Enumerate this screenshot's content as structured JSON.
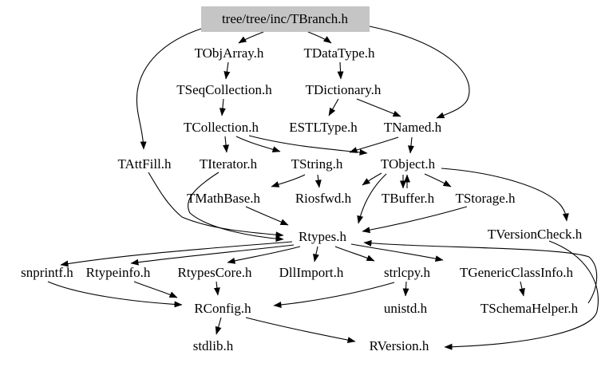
{
  "diagram": {
    "type": "include-dependency-graph",
    "tool_style": "doxygen-graphviz",
    "root": {
      "label": "tree/tree/inc/TBranch.h"
    },
    "colors": {
      "background": "#ffffff",
      "root_fill": "#c5c5c5",
      "edge": "#000000",
      "text": "#000000"
    },
    "nodes": [
      {
        "id": "TObjArray",
        "label": "TObjArray.h"
      },
      {
        "id": "TDataType",
        "label": "TDataType.h"
      },
      {
        "id": "TSeqCollection",
        "label": "TSeqCollection.h"
      },
      {
        "id": "TDictionary",
        "label": "TDictionary.h"
      },
      {
        "id": "TCollection",
        "label": "TCollection.h"
      },
      {
        "id": "ESTLType",
        "label": "ESTLType.h"
      },
      {
        "id": "TNamed",
        "label": "TNamed.h"
      },
      {
        "id": "TAttFill",
        "label": "TAttFill.h"
      },
      {
        "id": "TIterator",
        "label": "TIterator.h"
      },
      {
        "id": "TString",
        "label": "TString.h"
      },
      {
        "id": "TObject",
        "label": "TObject.h"
      },
      {
        "id": "TMathBase",
        "label": "TMathBase.h"
      },
      {
        "id": "Riosfwd",
        "label": "Riosfwd.h"
      },
      {
        "id": "TBuffer",
        "label": "TBuffer.h"
      },
      {
        "id": "TStorage",
        "label": "TStorage.h"
      },
      {
        "id": "Rtypes",
        "label": "Rtypes.h"
      },
      {
        "id": "TVersionCheck",
        "label": "TVersionCheck.h"
      },
      {
        "id": "snprintf",
        "label": "snprintf.h"
      },
      {
        "id": "Rtypeinfo",
        "label": "Rtypeinfo.h"
      },
      {
        "id": "RtypesCore",
        "label": "RtypesCore.h"
      },
      {
        "id": "DllImport",
        "label": "DllImport.h"
      },
      {
        "id": "strlcpy",
        "label": "strlcpy.h"
      },
      {
        "id": "TGenericClassInfo",
        "label": "TGenericClassInfo.h"
      },
      {
        "id": "RConfig",
        "label": "RConfig.h"
      },
      {
        "id": "unistd",
        "label": "unistd.h"
      },
      {
        "id": "TSchemaHelper",
        "label": "TSchemaHelper.h"
      },
      {
        "id": "stdlib",
        "label": "stdlib.h"
      },
      {
        "id": "RVersion",
        "label": "RVersion.h"
      }
    ],
    "edges": [
      {
        "from": "tree/tree/inc/TBranch.h",
        "to": "TObjArray.h"
      },
      {
        "from": "tree/tree/inc/TBranch.h",
        "to": "TDataType.h"
      },
      {
        "from": "tree/tree/inc/TBranch.h",
        "to": "TAttFill.h"
      },
      {
        "from": "tree/tree/inc/TBranch.h",
        "to": "TNamed.h"
      },
      {
        "from": "TObjArray.h",
        "to": "TSeqCollection.h"
      },
      {
        "from": "TDataType.h",
        "to": "TDictionary.h"
      },
      {
        "from": "TSeqCollection.h",
        "to": "TCollection.h"
      },
      {
        "from": "TDictionary.h",
        "to": "ESTLType.h"
      },
      {
        "from": "TDictionary.h",
        "to": "TNamed.h"
      },
      {
        "from": "TCollection.h",
        "to": "TIterator.h"
      },
      {
        "from": "TCollection.h",
        "to": "TString.h"
      },
      {
        "from": "TCollection.h",
        "to": "TObject.h"
      },
      {
        "from": "TNamed.h",
        "to": "TString.h"
      },
      {
        "from": "TNamed.h",
        "to": "TObject.h"
      },
      {
        "from": "TString.h",
        "to": "TMathBase.h"
      },
      {
        "from": "TString.h",
        "to": "Riosfwd.h"
      },
      {
        "from": "TObject.h",
        "to": "Riosfwd.h"
      },
      {
        "from": "TObject.h",
        "to": "TBuffer.h"
      },
      {
        "from": "TBuffer.h",
        "to": "TObject.h"
      },
      {
        "from": "TObject.h",
        "to": "TStorage.h"
      },
      {
        "from": "TObject.h",
        "to": "TVersionCheck.h"
      },
      {
        "from": "TObject.h",
        "to": "Rtypes.h"
      },
      {
        "from": "TMathBase.h",
        "to": "Rtypes.h"
      },
      {
        "from": "TAttFill.h",
        "to": "Rtypes.h"
      },
      {
        "from": "TIterator.h",
        "to": "Rtypes.h"
      },
      {
        "from": "TStorage.h",
        "to": "Rtypes.h"
      },
      {
        "from": "TSchemaHelper.h",
        "to": "Rtypes.h"
      },
      {
        "from": "Rtypes.h",
        "to": "snprintf.h"
      },
      {
        "from": "Rtypes.h",
        "to": "Rtypeinfo.h"
      },
      {
        "from": "Rtypes.h",
        "to": "RtypesCore.h"
      },
      {
        "from": "Rtypes.h",
        "to": "DllImport.h"
      },
      {
        "from": "Rtypes.h",
        "to": "strlcpy.h"
      },
      {
        "from": "Rtypes.h",
        "to": "TGenericClassInfo.h"
      },
      {
        "from": "snprintf.h",
        "to": "RConfig.h"
      },
      {
        "from": "Rtypeinfo.h",
        "to": "RConfig.h"
      },
      {
        "from": "RtypesCore.h",
        "to": "RConfig.h"
      },
      {
        "from": "strlcpy.h",
        "to": "RConfig.h"
      },
      {
        "from": "strlcpy.h",
        "to": "unistd.h"
      },
      {
        "from": "TGenericClassInfo.h",
        "to": "TSchemaHelper.h"
      },
      {
        "from": "RConfig.h",
        "to": "stdlib.h"
      },
      {
        "from": "RConfig.h",
        "to": "RVersion.h"
      },
      {
        "from": "TVersionCheck.h",
        "to": "RVersion.h"
      }
    ]
  }
}
